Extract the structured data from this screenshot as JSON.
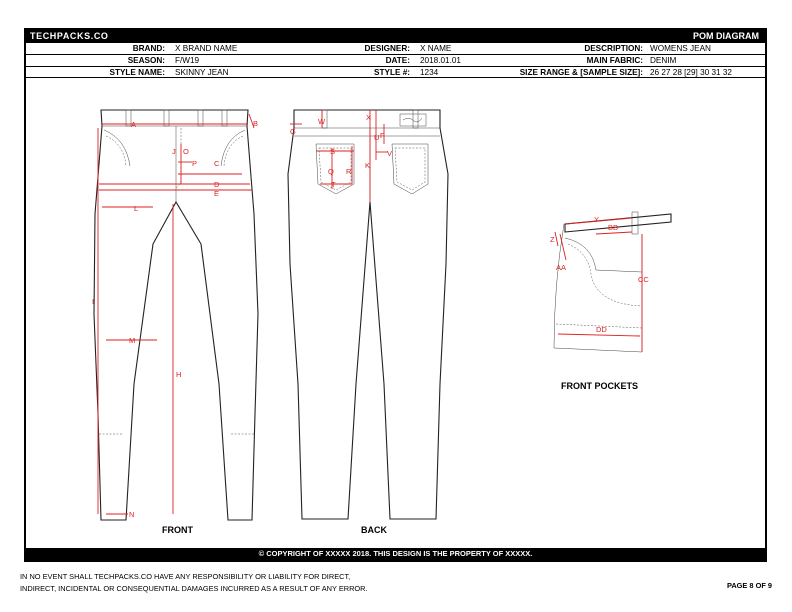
{
  "header": {
    "brand_name": "TECHPACKS.CO",
    "sheet_title": "POM DIAGRAM",
    "rows": [
      [
        {
          "label": "BRAND:",
          "value": "X BRAND NAME"
        },
        {
          "label": "DESIGNER:",
          "value": "X NAME"
        },
        {
          "label": "DESCRIPTION:",
          "value": "WOMENS JEAN"
        }
      ],
      [
        {
          "label": "SEASON:",
          "value": "F/W19"
        },
        {
          "label": "DATE:",
          "value": "2018.01.01"
        },
        {
          "label": "MAIN FABRIC:",
          "value": "DENIM"
        }
      ],
      [
        {
          "label": "STYLE NAME:",
          "value": "SKINNY JEAN"
        },
        {
          "label": "STYLE #:",
          "value": "1234"
        },
        {
          "label": "SIZE RANGE & [SAMPLE SIZE]:",
          "value": "26 27 28 [29] 30 31 32"
        }
      ]
    ]
  },
  "views": {
    "front": "FRONT",
    "back": "BACK",
    "pockets": "FRONT POCKETS"
  },
  "pom_labels": {
    "front": [
      "A",
      "B",
      "C",
      "D",
      "E",
      "I",
      "J",
      "O",
      "P",
      "L",
      "M",
      "H",
      "N"
    ],
    "back": [
      "G",
      "W",
      "X",
      "U",
      "F",
      "T",
      "V",
      "S",
      "Q",
      "R",
      "K"
    ],
    "pockets": [
      "Y",
      "BB",
      "Z",
      "AA",
      "CC",
      "DD"
    ]
  },
  "footer": {
    "copyright": "© COPYRIGHT OF XXXXX 2018.  THIS DESIGN IS THE PROPERTY OF XXXXX.",
    "disclaimer_line1": "IN NO EVENT SHALL TECHPACKS.CO HAVE ANY RESPONSIBILITY OR LIABILITY FOR DIRECT,",
    "disclaimer_line2": "INDIRECT, INCIDENTAL OR CONSEQUENTIAL DAMAGES INCURRED AS A RESULT OF ANY ERROR.",
    "page": "PAGE 8 OF 9"
  },
  "colors": {
    "pom_line": "#dd2222",
    "bar": "#000000"
  }
}
